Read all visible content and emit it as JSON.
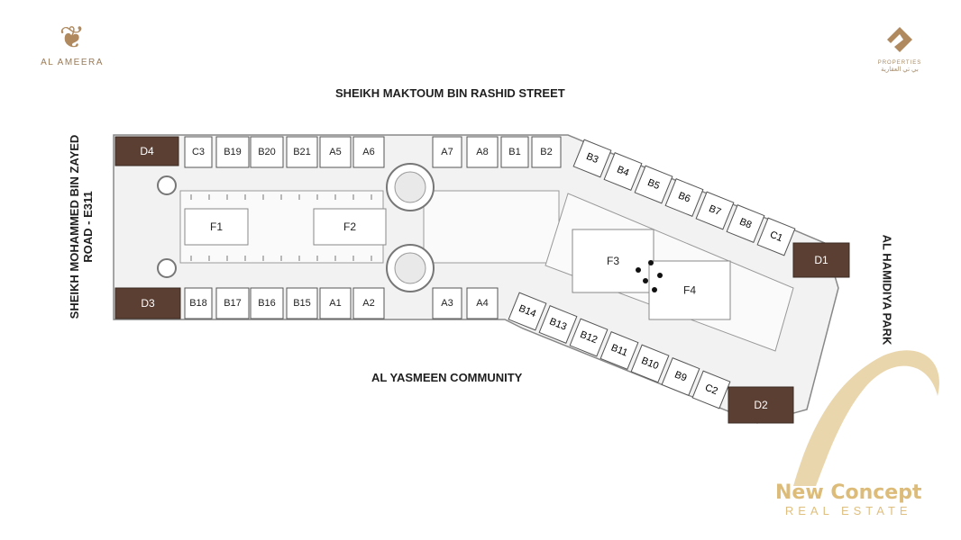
{
  "header": {
    "brand_name": "AL AMEERA",
    "developer_tag": "PROPERTIES",
    "developer_arabic": "بي تي العقارية"
  },
  "streets": {
    "top": "SHEIKH MAKTOUM BIN RASHID STREET",
    "bottom": "AL YASMEEN COMMUNITY",
    "left_line1": "SHEIKH MOHAMMED BIN ZAYED",
    "left_line2": "ROAD - E311",
    "right": "AL HAMIDIYA PARK"
  },
  "plots": {
    "top_row": [
      "C3",
      "B19",
      "B20",
      "B21",
      "A5",
      "A6",
      "A7",
      "A8",
      "B1",
      "B2"
    ],
    "bottom_row": [
      "B18",
      "B17",
      "B16",
      "B15",
      "A1",
      "A2",
      "A3",
      "A4"
    ],
    "diagonal_top": [
      "B3",
      "B4",
      "B5",
      "B6",
      "B7",
      "B8",
      "C1"
    ],
    "diagonal_bottom": [
      "B14",
      "B13",
      "B12",
      "B11",
      "B10",
      "B9",
      "C2"
    ],
    "anchors": [
      "D1",
      "D2",
      "D3",
      "D4"
    ],
    "food_courts": [
      "F1",
      "F2",
      "F3",
      "F4"
    ]
  },
  "colors": {
    "anchor_fill": "#5c3f33",
    "plot_stroke": "#555555",
    "road_fill": "#f2f2f2",
    "accent_gold": "#d9b56a"
  },
  "watermark": {
    "line1": "New Concept",
    "line2": "REAL ESTATE"
  }
}
